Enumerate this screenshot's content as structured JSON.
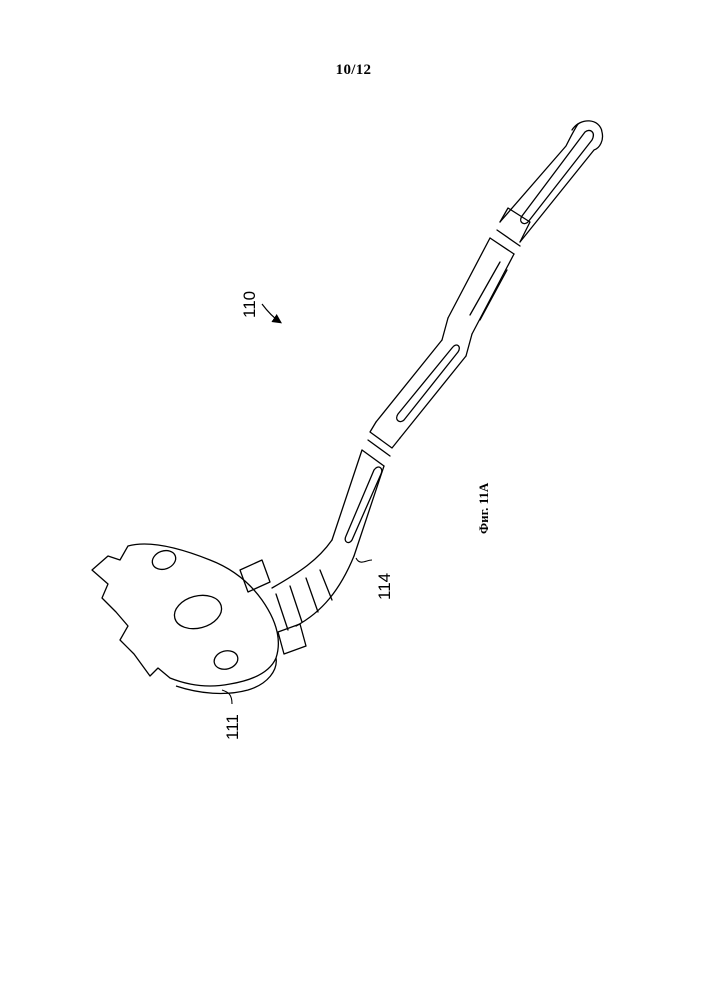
{
  "page": {
    "number": "10/12"
  },
  "figure": {
    "caption": "Фиг. 11А",
    "labels": {
      "assembly": "110",
      "plate": "111",
      "arm": "114"
    }
  }
}
